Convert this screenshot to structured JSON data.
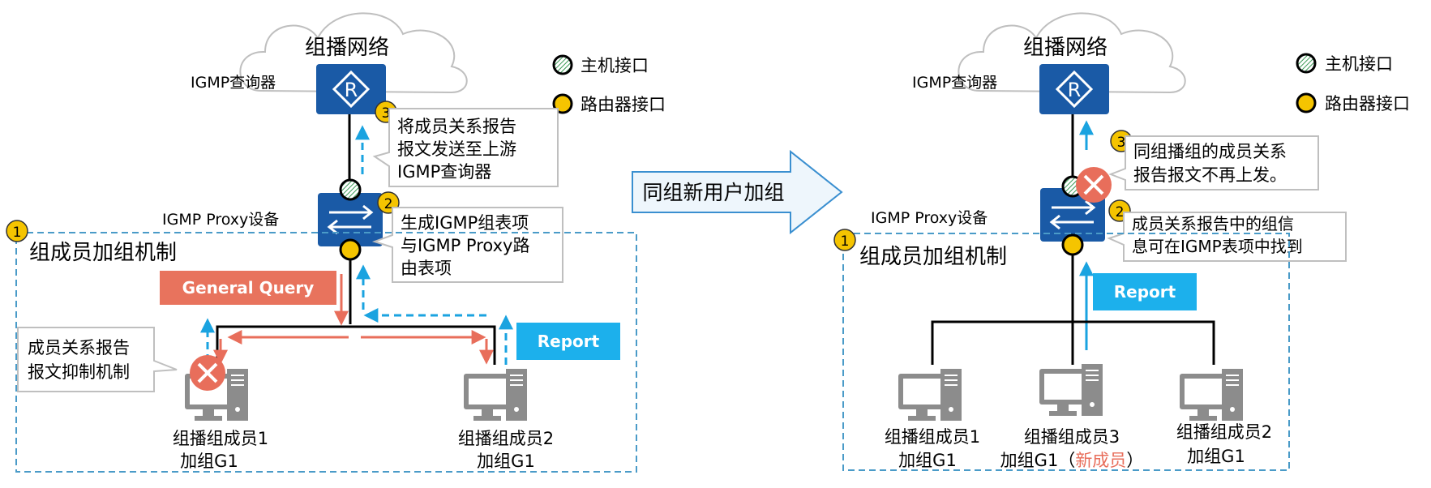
{
  "colors": {
    "router_blue": "#1a5aa6",
    "dash_blue": "#1aa3e0",
    "red": "#e86e5b",
    "badge_yellow": "#f5c400",
    "report_bg": "#1cb0ec",
    "query_bg": "#e8735d",
    "arrow_fill": "#eef6fc",
    "arrow_stroke": "#3a8fd0"
  },
  "transition_label": "同组新用户加组",
  "left": {
    "cloud_label": "组播网络",
    "querier_label": "IGMP查询器",
    "legend_host": "主机接口",
    "legend_router": "路由器接口",
    "proxy_label": "IGMP Proxy设备",
    "group_title": "组成员加组机制",
    "badge1": "1",
    "badge2": "2",
    "badge3": "3",
    "callout3": [
      "将成员关系报告",
      "报文发送至上游",
      "IGMP查询器"
    ],
    "callout2": [
      "生成IGMP组表项",
      "与IGMP Proxy路",
      "由表项"
    ],
    "suppress_callout": [
      "成员关系报告",
      "报文抑制机制"
    ],
    "general_query": "General Query",
    "report": "Report",
    "host1": [
      "组播组成员1",
      "加组G1"
    ],
    "host2": [
      "组播组成员2",
      "加组G1"
    ]
  },
  "right": {
    "cloud_label": "组播网络",
    "querier_label": "IGMP查询器",
    "legend_host": "主机接口",
    "legend_router": "路由器接口",
    "proxy_label": "IGMP Proxy设备",
    "group_title": "组成员加组机制",
    "badge1": "1",
    "badge2": "2",
    "badge3": "3",
    "callout3": [
      "同组播组的成员关系",
      "报告报文不再上发。"
    ],
    "callout2": [
      "成员关系报告中的组信",
      "息可在IGMP表项中找到"
    ],
    "report": "Report",
    "host1": [
      "组播组成员1",
      "加组G1"
    ],
    "host3_line1": "组播组成员3",
    "host3_line2_prefix": "加组G1（",
    "host3_new": "新成员",
    "host3_line2_suffix": "）",
    "host2": [
      "组播组成员2",
      "加组G1"
    ]
  }
}
